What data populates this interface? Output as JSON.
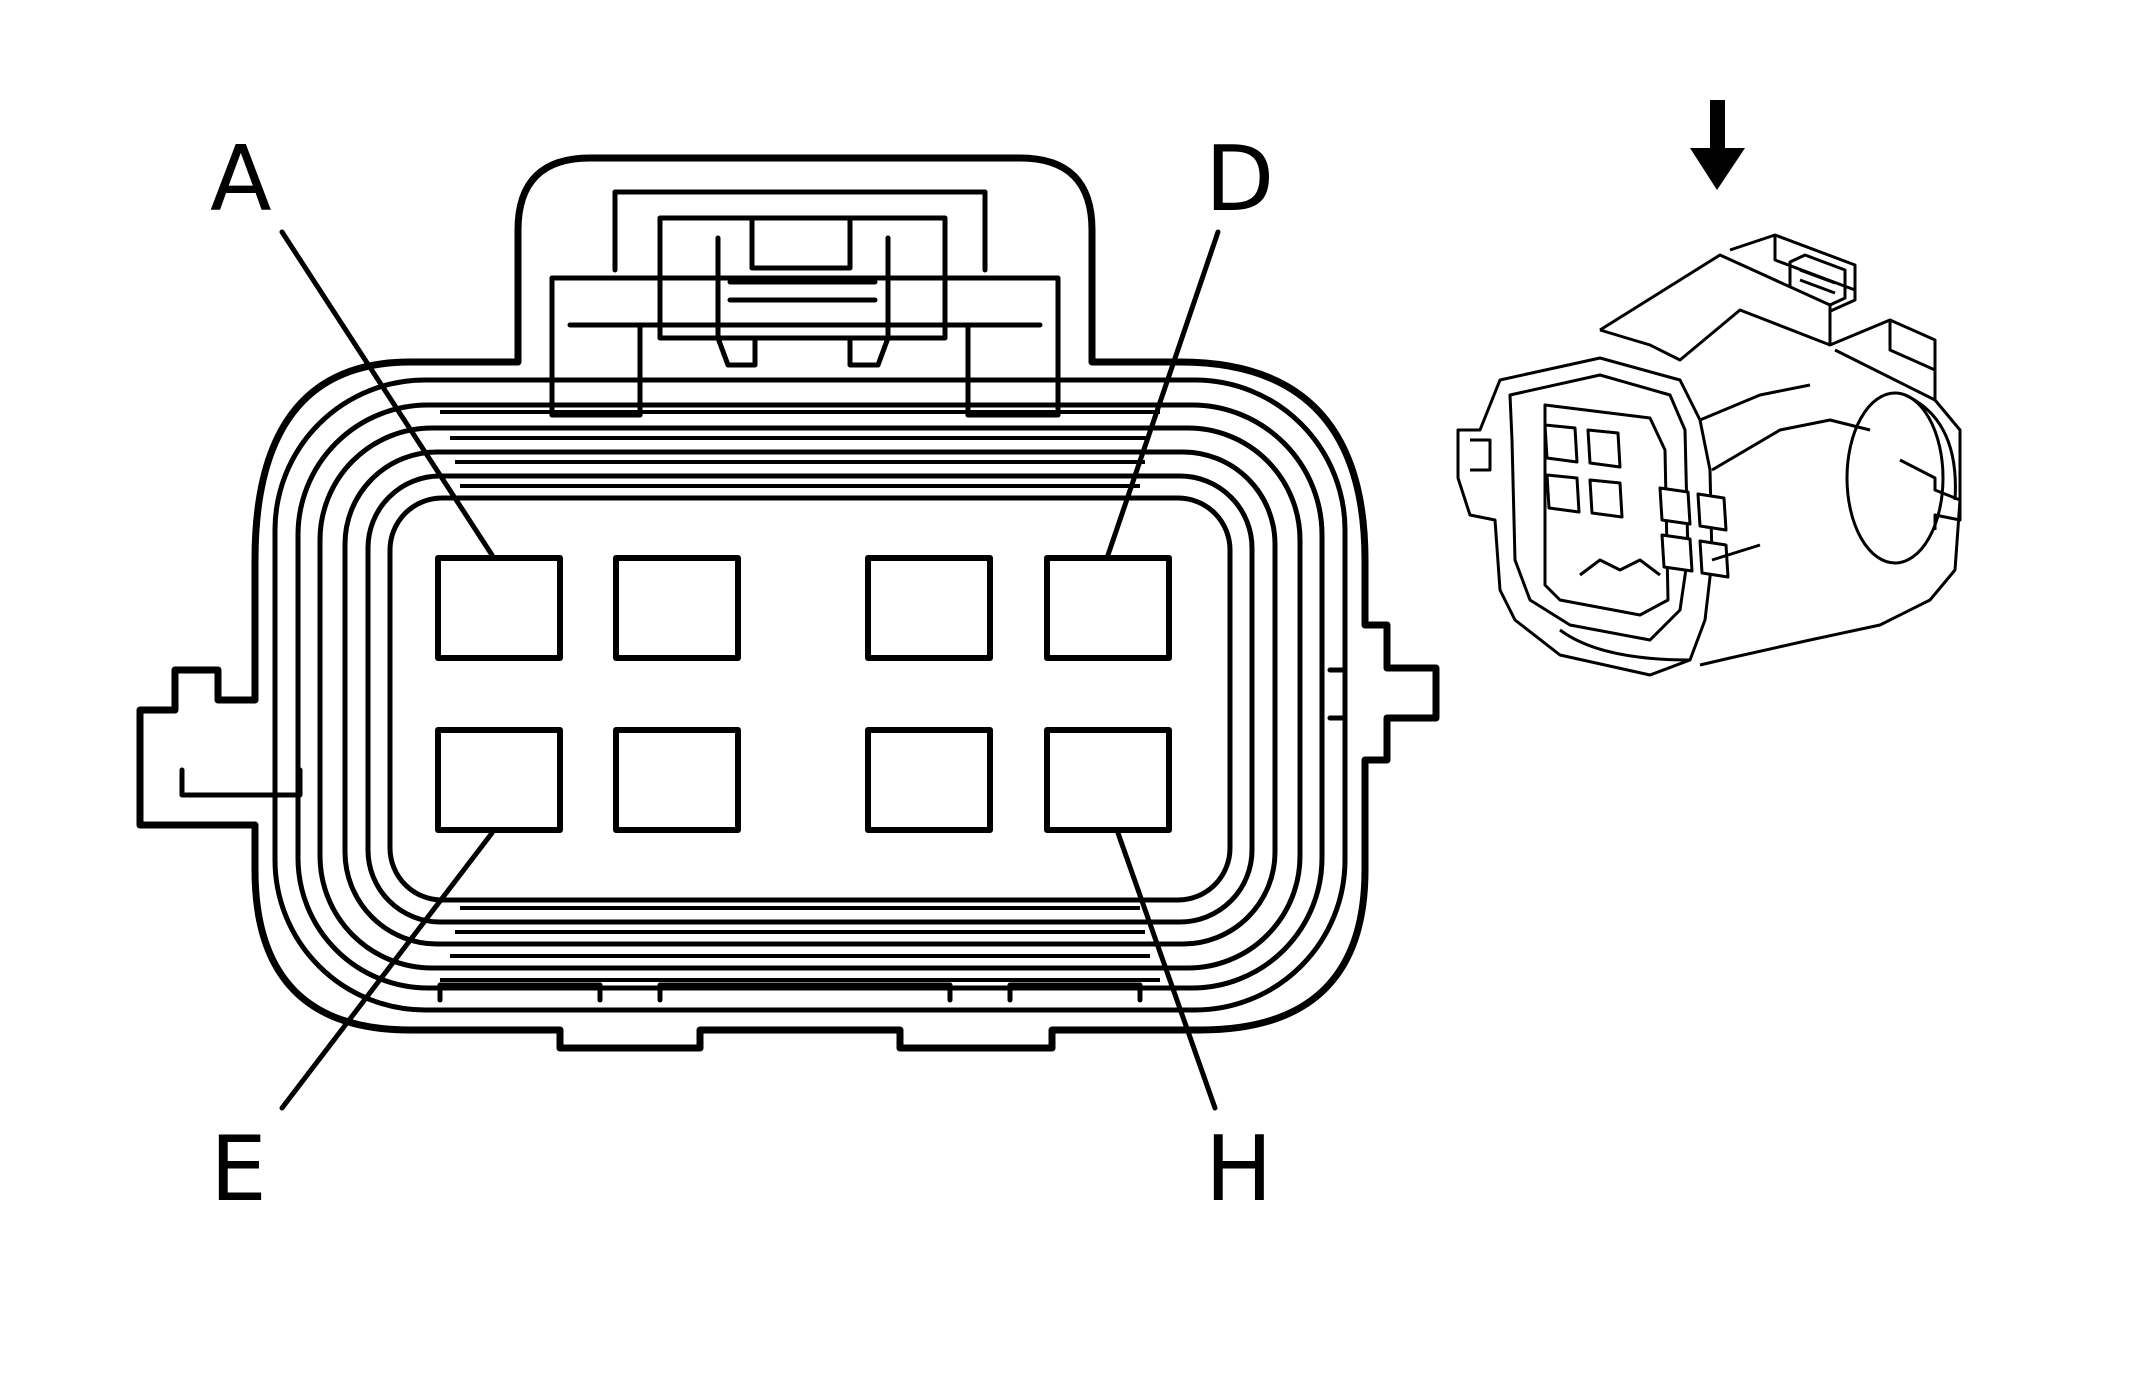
{
  "diagram": {
    "type": "connector-face-view",
    "pin_labels": {
      "top_left": "A",
      "top_right": "D",
      "bottom_left": "E",
      "bottom_right": "H"
    },
    "pin_rows": [
      [
        "A",
        "",
        "",
        "D"
      ],
      [
        "E",
        "",
        "",
        "H"
      ]
    ],
    "callout_icon": "down-arrow-icon",
    "line_color": "#000000",
    "background_color": "#ffffff"
  }
}
